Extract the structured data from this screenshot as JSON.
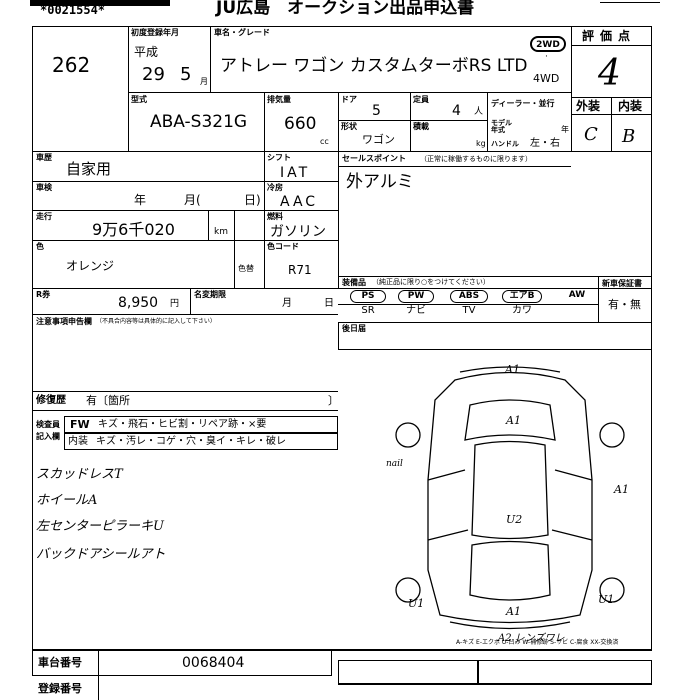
{
  "header": {
    "serial": "*0021554*",
    "title": "JU広島　オークション出品申込書"
  },
  "vehicle": {
    "lot_number": "262",
    "first_reg_label": "初度登録年月",
    "era": "平成",
    "year": "29",
    "month": "5",
    "month_unit": "月",
    "name_label": "車名・グレード",
    "name": "アトレー ワゴン カスタムターボRS LTD",
    "drive_2wd": "2WD",
    "drive_4wd": "4WD",
    "model_label": "型式",
    "model_code": "ABA-S321G",
    "displacement_label": "排気量",
    "displacement": "660",
    "displacement_unit": "cc",
    "doors_label": "ドア",
    "doors": "5",
    "capacity_label": "定員",
    "capacity": "4",
    "capacity_unit": "人",
    "shape_label": "形状",
    "shape": "ワゴン",
    "load_label": "積載",
    "load_unit": "kg",
    "dealer_label": "ディーラー・並行",
    "model_year_label": "モデル年式",
    "model_year_unit": "年",
    "steering_label": "ハンドル",
    "steering": "左・右"
  },
  "grade": {
    "label": "評価点",
    "score": "4",
    "exterior_label": "外装",
    "interior_label": "内装",
    "exterior": "C",
    "interior": "B"
  },
  "usage": {
    "label": "車歴",
    "value": "自家用",
    "inspection_label": "車検",
    "inspection_year": "年",
    "inspection_month": "月(",
    "inspection_day": "日)",
    "mileage_label": "走行",
    "mileage": "9万6千020",
    "mileage_unit": "km",
    "color_label": "色",
    "color": "オレンジ",
    "color_change_label": "色替",
    "color_code_label": "色コード",
    "color_code": "R71",
    "shift_label": "シフト",
    "shift": "IAT",
    "ac_label": "冷房",
    "ac": "AAC",
    "fuel_label": "燃料",
    "fuel": "ガソリン",
    "recycle_label": "R券",
    "recycle_fee": "8,950",
    "recycle_unit": "円",
    "name_change_label": "名変期限",
    "name_change_month": "月",
    "name_change_day": "日"
  },
  "sales_point": {
    "label": "セールスポイント",
    "note": "（正常に稼働するものに限ります）",
    "value": "外アルミ"
  },
  "equipment": {
    "label": "装備品",
    "note": "（純正品に限り○をつけてください）",
    "row1": [
      "PS",
      "PW",
      "ABS",
      "エアB",
      "AW"
    ],
    "row2": [
      "SR",
      "ナビ",
      "TV",
      "カワ"
    ],
    "warranty_label": "新車保証書",
    "warranty_value": "有・無"
  },
  "notes": {
    "label": "注意事項申告欄",
    "note": "（不具合内容等は具体的に記入して下さい）",
    "repair_label": "修復歴",
    "repair_value": "有〔箇所",
    "repair_close": "〕"
  },
  "inspector": {
    "label1": "検査員",
    "label2": "記入欄",
    "fw_label": "FW",
    "fw_items": "キズ・飛石・ヒビ割・リペア跡・×要",
    "int_label": "内装",
    "int_items": "キズ・汚レ・コゲ・穴・臭イ・キレ・破レ"
  },
  "handwritten_notes": [
    "スカッドレスT",
    "ホイールA",
    "左センターピラーキU",
    "バックドアシールアト"
  ],
  "diagram": {
    "label": "後日届",
    "marks": [
      "A1",
      "A1",
      "U2",
      "A1",
      "U1",
      "U1",
      "A1",
      "A2 レンズワレ"
    ],
    "nail_note": "nail"
  },
  "footer": {
    "chassis_label": "車台番号",
    "chassis_number": "0068404",
    "reg_label": "登録番号",
    "legend": "A-キズ E-エクボ U-凹み W-補修跡 S-サビ C-腐食 XX-交換済"
  },
  "colors": {
    "ink": "#000000",
    "paper": "#ffffff"
  }
}
